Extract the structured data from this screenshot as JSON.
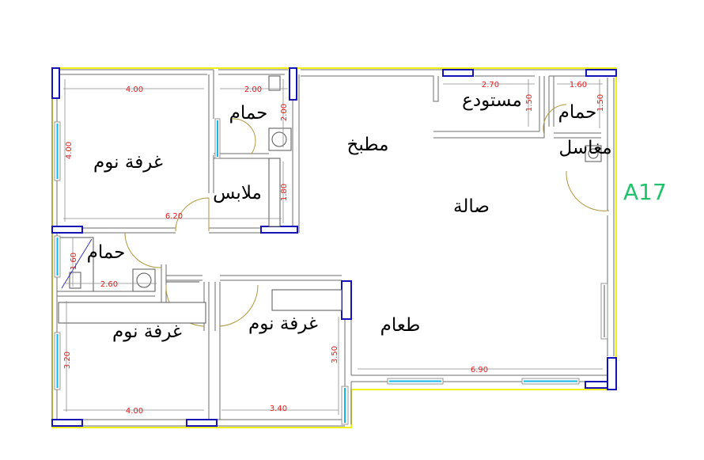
{
  "plan": {
    "tag": "A17",
    "rooms": [
      {
        "id": "bedroom_1",
        "label": "غرفة نوم"
      },
      {
        "id": "bath_1",
        "label": "حمام"
      },
      {
        "id": "closet",
        "label": "ملابس"
      },
      {
        "id": "kitchen",
        "label": "مطبخ"
      },
      {
        "id": "storage",
        "label": "مستودع"
      },
      {
        "id": "bath_2",
        "label": "حمام"
      },
      {
        "id": "sinks",
        "label": "مغاسل"
      },
      {
        "id": "hall",
        "label": "صالة"
      },
      {
        "id": "bath_3",
        "label": "حمام"
      },
      {
        "id": "bedroom_2",
        "label": "غرفة نوم"
      },
      {
        "id": "bedroom_3",
        "label": "غرفة نوم"
      },
      {
        "id": "dining",
        "label": "طعام"
      }
    ],
    "dimensions": [
      {
        "id": "d_bed1_w",
        "value": "4.00"
      },
      {
        "id": "d_bath1_w",
        "value": "2.00"
      },
      {
        "id": "d_bath1_h",
        "value": "2.00"
      },
      {
        "id": "d_bed1_h",
        "value": "4.00"
      },
      {
        "id": "d_closet_h",
        "value": "1.80"
      },
      {
        "id": "d_corr_w",
        "value": "6.20"
      },
      {
        "id": "d_store_w",
        "value": "2.70"
      },
      {
        "id": "d_store_h",
        "value": "1.50"
      },
      {
        "id": "d_bath2_w",
        "value": "1.60"
      },
      {
        "id": "d_bath2_h",
        "value": "1.50"
      },
      {
        "id": "d_bath3_h",
        "value": "1.60"
      },
      {
        "id": "d_bath3_w",
        "value": "2.60"
      },
      {
        "id": "d_bed2_h",
        "value": "3.20"
      },
      {
        "id": "d_bed2_w",
        "value": "4.00"
      },
      {
        "id": "d_bed3_w",
        "value": "3.40"
      },
      {
        "id": "d_bed3_h",
        "value": "3.50"
      },
      {
        "id": "d_dining_w",
        "value": "6.90"
      }
    ],
    "colors": {
      "column": "#1414b8",
      "window": "#12b6e8",
      "boundary": "#f1f11a",
      "dimension_text": "#e21d1d",
      "tag": "#1ec36b",
      "door_arc": "#b0963c"
    }
  }
}
